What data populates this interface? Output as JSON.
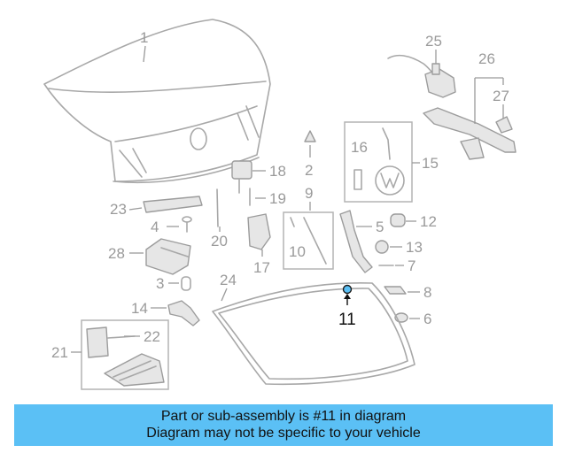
{
  "diagram": {
    "callouts": [
      "1",
      "2",
      "3",
      "4",
      "5",
      "6",
      "7",
      "8",
      "9",
      "10",
      "11",
      "12",
      "13",
      "14",
      "15",
      "16",
      "17",
      "18",
      "19",
      "20",
      "21",
      "22",
      "23",
      "24",
      "25",
      "26",
      "27",
      "28"
    ],
    "highlighted_callout": "11",
    "colors": {
      "highlight_part": "#5bc0f5",
      "banner": "#5bc0f5",
      "line_art": "#a8a8a8"
    }
  },
  "banner": {
    "line1": "Part or sub-assembly is #11 in diagram",
    "line2": "Diagram may not be specific to your vehicle"
  }
}
